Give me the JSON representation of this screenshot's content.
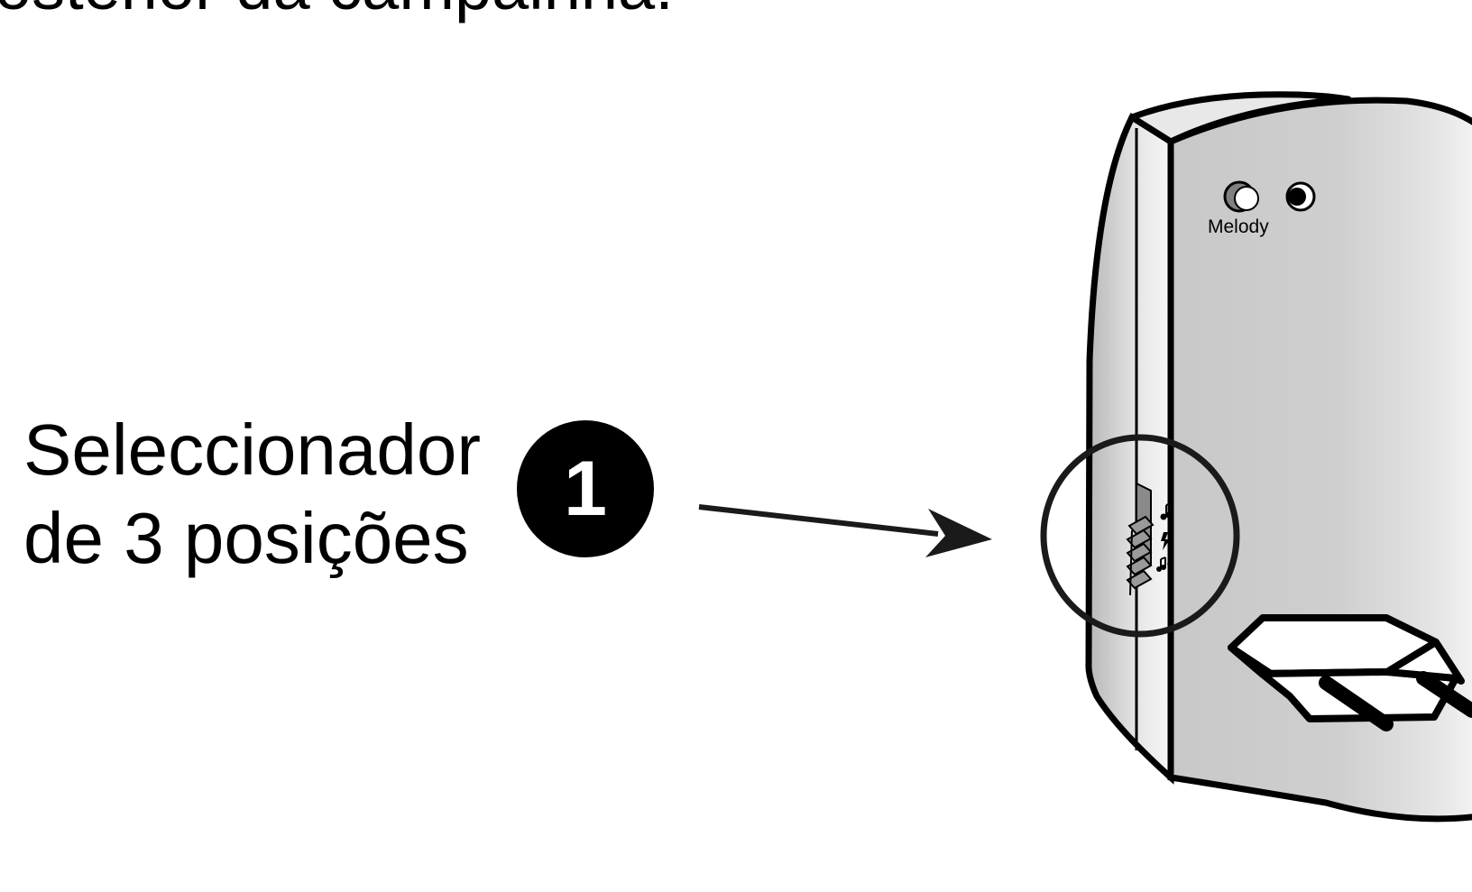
{
  "instructions": {
    "heading_fragment": "osterior da campainha."
  },
  "callout": {
    "label_line1": "Seleccionador",
    "label_line2": "de 3 posições",
    "step_number": "1"
  },
  "device": {
    "button_label": "Melody",
    "switch_position_icons": [
      "note-icon",
      "bolt-icon",
      "note-bolt-icon"
    ]
  },
  "colors": {
    "ink": "#000000",
    "device_body": "#d4d4d4",
    "device_highlight": "#f2f2f2"
  }
}
